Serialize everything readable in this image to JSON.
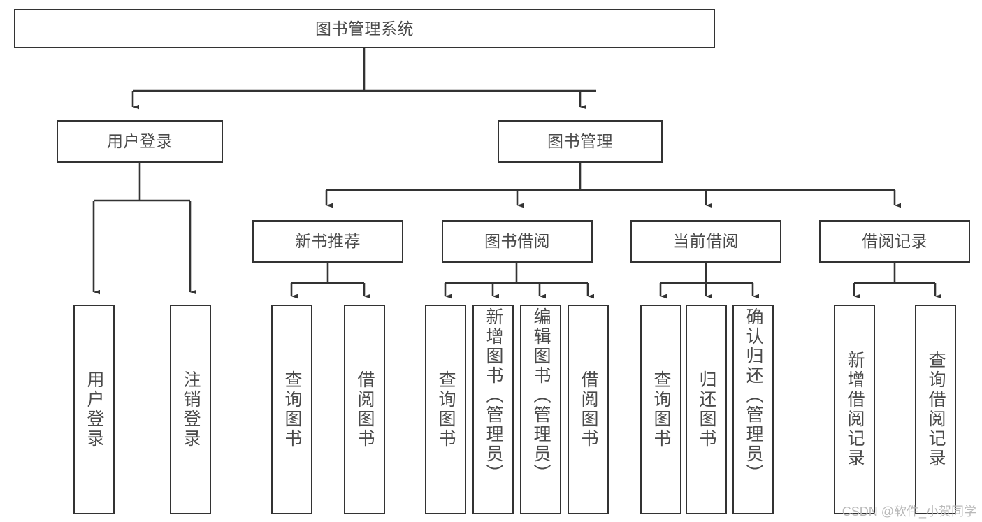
{
  "diagram": {
    "title": "图书管理系统",
    "type": "hierarchy-tree",
    "colors": {
      "box_border": "#333333",
      "box_fill": "#ffffff",
      "text": "#4a4a4a",
      "connector": "#333333",
      "watermark": "#b9b9b9",
      "background": "#ffffff"
    },
    "nodes": {
      "root": {
        "label": "图书管理系统"
      },
      "level1": [
        {
          "label": "用户登录"
        },
        {
          "label": "图书管理"
        }
      ],
      "level2": [
        {
          "label": "新书推荐"
        },
        {
          "label": "图书借阅"
        },
        {
          "label": "当前借阅"
        },
        {
          "label": "借阅记录"
        }
      ],
      "leaves_user_login": [
        {
          "label": "用户登录"
        },
        {
          "label": "注销登录"
        }
      ],
      "leaves_new_book": [
        {
          "label": "查询图书"
        },
        {
          "label": "借阅图书"
        }
      ],
      "leaves_book_borrow": [
        {
          "label": "查询图书"
        },
        {
          "label": "新增图书（管理员）"
        },
        {
          "label": "编辑图书（管理员）"
        },
        {
          "label": "借阅图书"
        }
      ],
      "leaves_current_borrow": [
        {
          "label": "查询图书"
        },
        {
          "label": "归还图书"
        },
        {
          "label": "确认归还（管理员）"
        }
      ],
      "leaves_borrow_record": [
        {
          "label": "新增借阅记录"
        },
        {
          "label": "查询借阅记录"
        }
      ]
    }
  },
  "watermark": {
    "text": "CSDN @软件_小贺同学"
  }
}
